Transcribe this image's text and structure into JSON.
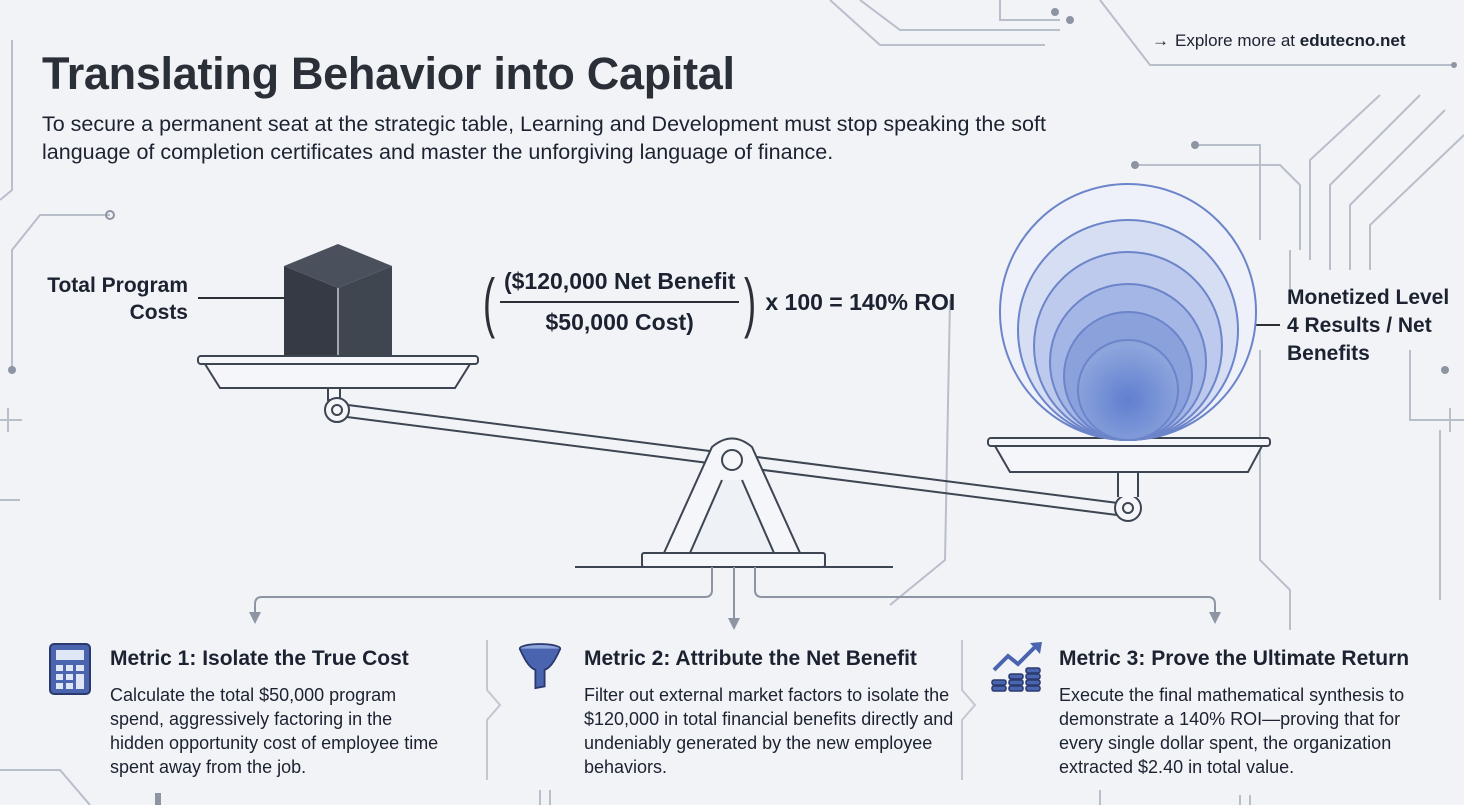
{
  "header": {
    "explore_prefix": "Explore more at",
    "explore_link": "edutecno.net",
    "title": "Translating Behavior into Capital",
    "subtitle": "To secure a permanent seat at the strategic table, Learning and Development must stop speaking the soft language of completion certificates and master the unforgiving language of finance."
  },
  "scale": {
    "left_label": "Total Program Costs",
    "right_label": "Monetized Level 4 Results / Net Benefits"
  },
  "formula": {
    "numerator": "($120,000 Net Benefit",
    "denominator": "$50,000 Cost)",
    "result": "x 100 = 140% ROI"
  },
  "metrics": [
    {
      "icon": "calculator-icon",
      "title": "Metric 1: Isolate the True Cost",
      "body": "Calculate the total $50,000 program spend, aggressively factoring in the hidden opportunity cost of employee time spent away from the job."
    },
    {
      "icon": "funnel-icon",
      "title": "Metric 2: Attribute the Net Benefit",
      "body": "Filter out external market factors to isolate the $120,000 in total financial benefits directly and undeniably generated by the new employee behaviors."
    },
    {
      "icon": "growth-chart-icon",
      "title": "Metric 3: Prove the Ultimate Return",
      "body": "Execute the final mathematical synthesis to demonstrate a 140% ROI—proving that for every single dollar spent, the organization extracted $2.40 in total value."
    }
  ],
  "colors": {
    "background": "#f1f3f7",
    "dark": "#3a3f4a",
    "accent_blue": "#5b79c8",
    "line": "#b9c0cc"
  }
}
